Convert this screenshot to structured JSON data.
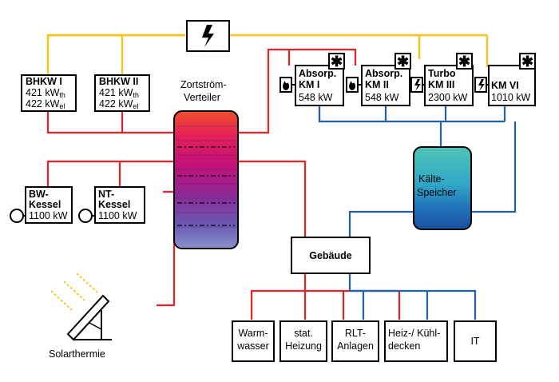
{
  "colors": {
    "heat": "#e8202a",
    "cold": "#2460b0",
    "power": "#f7c21b"
  },
  "distributor": {
    "title_line1": "Zortström-",
    "title_line2": "Verteiler"
  },
  "bhkw1": {
    "name": "BHKW I",
    "th_val": "421 kW",
    "th_sub": "th",
    "el_val": "422 kW",
    "el_sub": "el"
  },
  "bhkw2": {
    "name": "BHKW II",
    "th_val": "421 kW",
    "th_sub": "th",
    "el_val": "422 kW",
    "el_sub": "el"
  },
  "bw_kessel": {
    "line1": "BW-",
    "line2": "Kessel",
    "power": "1100 kW"
  },
  "nt_kessel": {
    "line1": "NT-",
    "line2": "Kessel",
    "power": "1100 kW"
  },
  "km1": {
    "line1": "Absorp.",
    "line2": "KM I",
    "power": "548 kW"
  },
  "km2": {
    "line1": "Absorp.",
    "line2": "KM II",
    "power": "548 kW"
  },
  "km3": {
    "line1": "Turbo",
    "line2": "KM III",
    "power": "2300 kW"
  },
  "km6": {
    "line1": "KM VI",
    "power": "1010 kW"
  },
  "storage": {
    "line1": "Kälte-",
    "line2": "Speicher"
  },
  "building": {
    "label": "Gebäude"
  },
  "consumers": {
    "warmwasser": {
      "line1": "Warm-",
      "line2": "wasser"
    },
    "heizung": {
      "line1": "stat.",
      "line2": "Heizung"
    },
    "rlt": {
      "line1": "RLT-",
      "line2": "Anlagen"
    },
    "decken": {
      "line1": "Heiz-/ Kühl-",
      "line2": "decken"
    },
    "it": {
      "label": "IT"
    }
  },
  "solar": {
    "label": "Solarthermie"
  },
  "icons": {
    "power": "lightning-icon",
    "cooling": "snowflake-icon",
    "flame": "flame-icon"
  }
}
